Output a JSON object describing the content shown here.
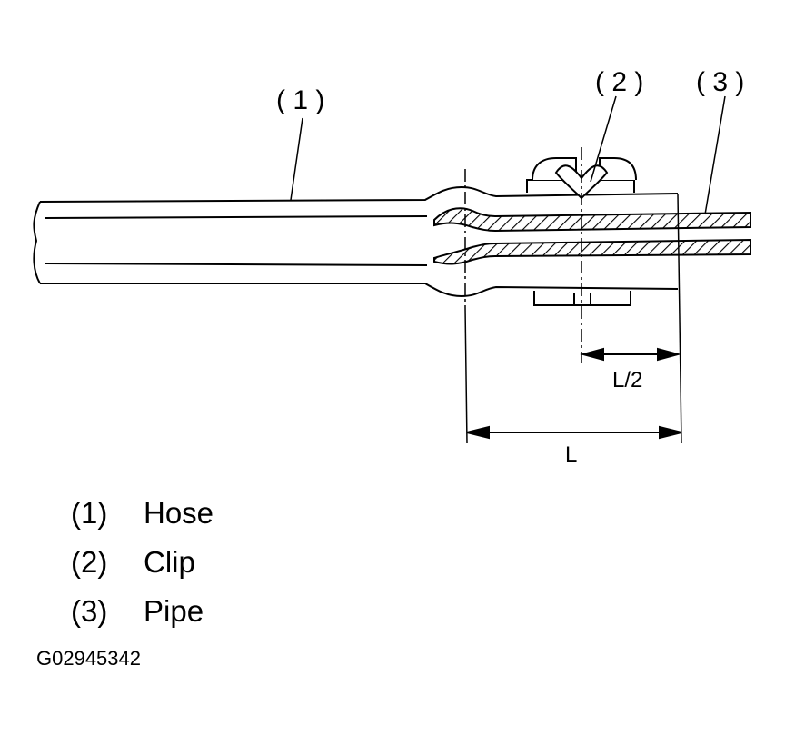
{
  "callouts": {
    "hose": "( 1 )",
    "clip": "( 2 )",
    "pipe": "( 3 )"
  },
  "dimensions": {
    "half_length": "L/2",
    "length": "L"
  },
  "legend": [
    {
      "num": "(1)",
      "label": "Hose"
    },
    {
      "num": "(2)",
      "label": "Clip"
    },
    {
      "num": "(3)",
      "label": "Pipe"
    }
  ],
  "figure_id": "G02945342"
}
